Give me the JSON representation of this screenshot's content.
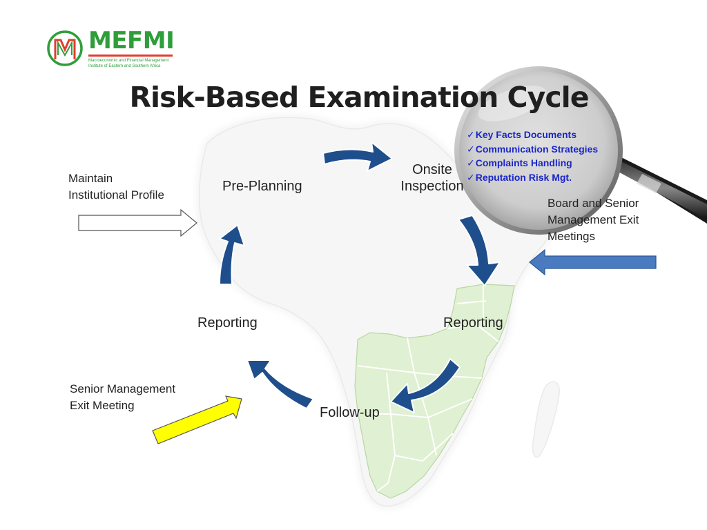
{
  "logo": {
    "name": "MEFMI",
    "subtitle_line1": "Macroeconomic and Financial Management",
    "subtitle_line2": "Institute of Eastern and Southern Africa"
  },
  "title": "Risk-Based Examination Cycle",
  "cycle": {
    "pre_planning": "Pre-Planning",
    "onsite_line1": "Onsite",
    "onsite_line2": "Inspection",
    "reporting_right": "Reporting",
    "follow_up": "Follow-up",
    "reporting_left": "Reporting"
  },
  "inputs": {
    "maintain_line1": "Maintain",
    "maintain_line2": "Institutional Profile",
    "board_line1": "Board and Senior",
    "board_line2": "Management Exit",
    "board_line3": "Meetings",
    "senior_line1": "Senior Management",
    "senior_line2": "Exit Meeting"
  },
  "magnifier_items": [
    "Key Facts Documents",
    "Communication Strategies",
    "Complaints Handling",
    "Reputation Risk Mgt."
  ],
  "colors": {
    "cycle_arrow": "#1f4e8c",
    "blue_input_arrow": "#4a7bc0",
    "yellow_input_arrow": "#ffff00",
    "map_region": "#e0f0d2",
    "brand_green": "#2e9e3a",
    "brand_red": "#e23b2e",
    "lens_text": "#1a26c8"
  }
}
